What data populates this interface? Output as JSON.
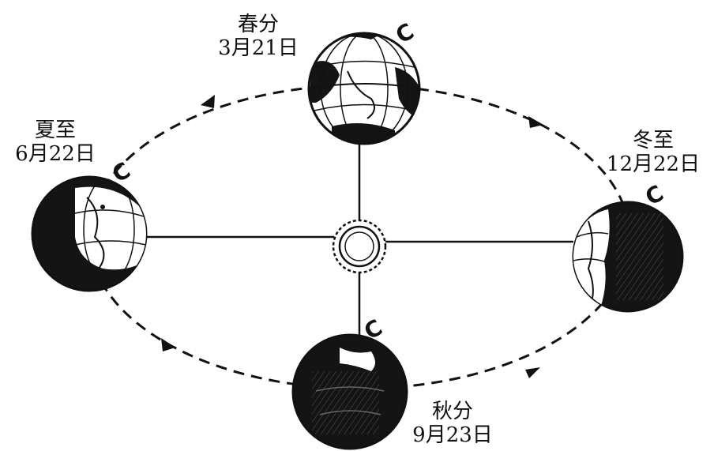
{
  "diagram": {
    "positions": [
      {
        "id": "spring",
        "name": "春分",
        "date": "3月21日"
      },
      {
        "id": "summer",
        "name": "夏至",
        "date": "6月22日"
      },
      {
        "id": "winter",
        "name": "冬至",
        "date": "12月22日"
      },
      {
        "id": "autumn",
        "name": "秋分",
        "date": "9月23日"
      }
    ],
    "rotation_marks": [
      "C",
      "C",
      "C",
      "C"
    ],
    "colors": {
      "ink": "#111111",
      "background": "#ffffff",
      "globe_dark": "#141414"
    }
  }
}
